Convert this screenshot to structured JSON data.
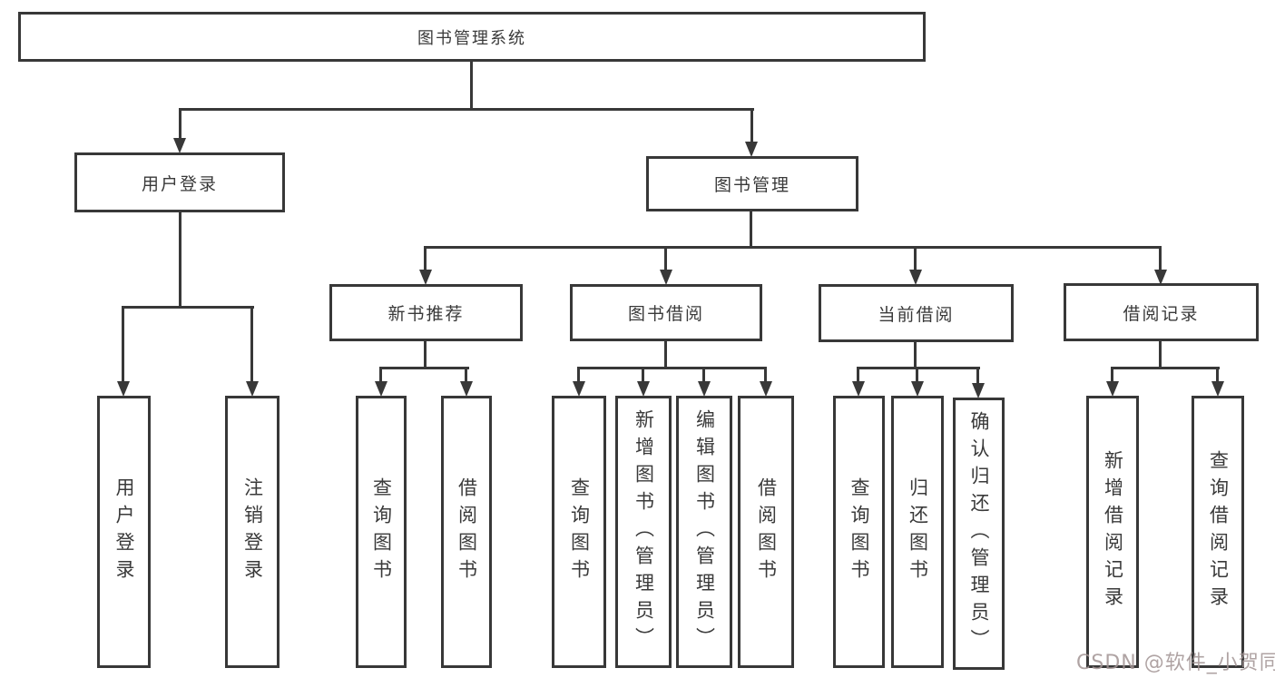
{
  "tree": {
    "root": {
      "label": "图书管理系统"
    },
    "children": [
      {
        "label": "用户登录",
        "children": [
          {
            "label": "用户登录"
          },
          {
            "label": "注销登录"
          }
        ]
      },
      {
        "label": "图书管理",
        "children": [
          {
            "label": "新书推荐",
            "children": [
              {
                "label": "查询图书"
              },
              {
                "label": "借阅图书"
              }
            ]
          },
          {
            "label": "图书借阅",
            "children": [
              {
                "label": "查询图书"
              },
              {
                "label": "新增图书（管理员）"
              },
              {
                "label": "编辑图书（管理员）"
              },
              {
                "label": "借阅图书"
              }
            ]
          },
          {
            "label": "当前借阅",
            "children": [
              {
                "label": "查询图书"
              },
              {
                "label": "归还图书"
              },
              {
                "label": "确认归还（管理员）"
              }
            ]
          },
          {
            "label": "借阅记录",
            "children": [
              {
                "label": "新增借阅记录"
              },
              {
                "label": "查询借阅记录"
              }
            ]
          }
        ]
      }
    ]
  },
  "watermark": {
    "text": "CSDN @软件_小贺同学"
  },
  "colors": {
    "line": "#383838",
    "text": "#3a3a3a",
    "background": "#ffffff",
    "watermark": "#a29494"
  }
}
